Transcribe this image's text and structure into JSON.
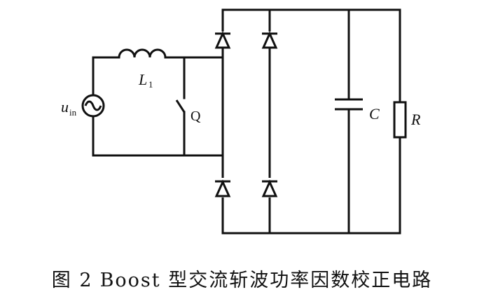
{
  "diagram": {
    "labels": {
      "source": "u",
      "source_sub": "in",
      "inductor": "L",
      "inductor_sub": "1",
      "switch": "Q",
      "capacitor": "C",
      "resistor": "R"
    }
  },
  "caption": {
    "number": "图 2",
    "text": "Boost 型交流斩波功率因数校正电路"
  }
}
